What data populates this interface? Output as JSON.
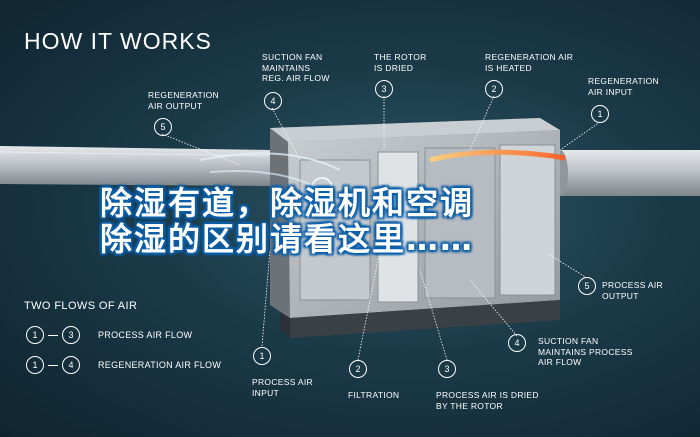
{
  "title": "HOW IT WORKS",
  "callouts": {
    "regen_output_top": {
      "num": "5",
      "label": "REGENERATION\nAIR OUTPUT"
    },
    "suction_fan_top": {
      "num": "4",
      "label": "SUCTION FAN\nMAINTAINS\nREG. AIR FLOW"
    },
    "rotor_dried": {
      "num": "3",
      "label": "THE ROTOR\nIS DRIED"
    },
    "regen_heated": {
      "num": "2",
      "label": "REGENERATION AIR\nIS HEATED"
    },
    "regen_input": {
      "num": "1",
      "label": "REGENERATION\nAIR INPUT"
    },
    "process_output": {
      "num": "5",
      "label": "PROCESS AIR\nOUTPUT"
    },
    "suction_fan_bottom": {
      "num": "4",
      "label": "SUCTION FAN\nMAINTAINS PROCESS\nAIR FLOW"
    },
    "process_input": {
      "num": "1",
      "label": "PROCESS AIR\nINPUT"
    },
    "filtration": {
      "num": "2",
      "label": "FILTRATION"
    },
    "process_dried": {
      "num": "3",
      "label": "PROCESS AIR IS DRIED\nBY THE ROTOR"
    }
  },
  "legend": {
    "title": "TWO FLOWS OF AIR",
    "rows": [
      {
        "from": "1",
        "to": "3",
        "label": "PROCESS AIR FLOW"
      },
      {
        "from": "1",
        "to": "4",
        "label": "REGENERATION AIR FLOW"
      }
    ]
  },
  "banner": {
    "line1": "除湿有道，除湿机和空调",
    "line2": "除湿的区别请看这里……"
  },
  "colors": {
    "banner_outline": "#0d5fa8",
    "heated_air": "#ff7a2a",
    "fresh_air": "#e8f6ff"
  }
}
